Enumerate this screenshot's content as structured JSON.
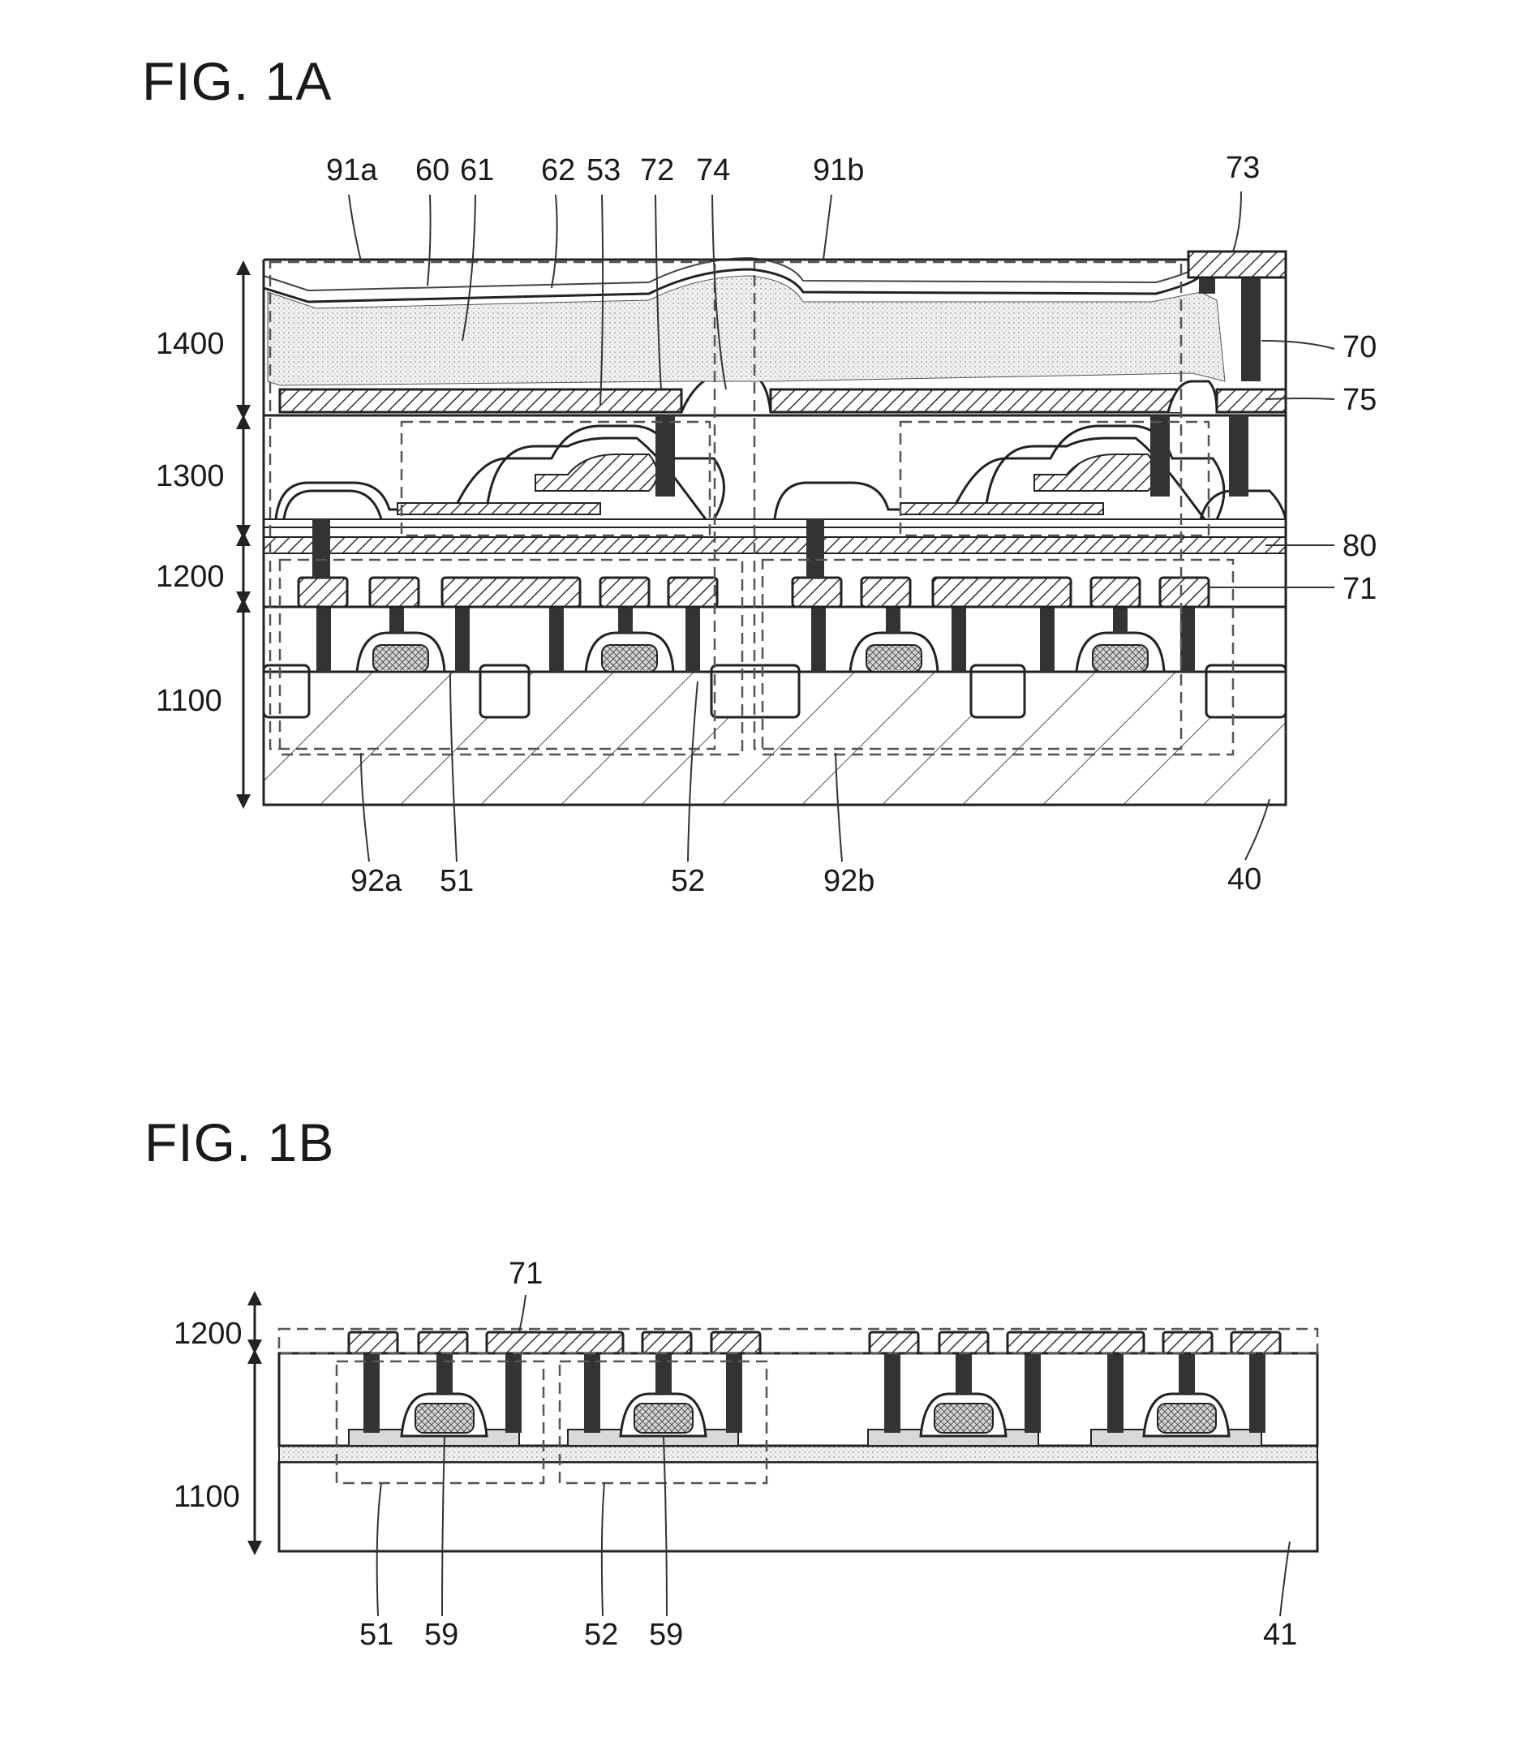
{
  "figures": {
    "fig_1a": {
      "title": "FIG. 1A",
      "layer_labels": [
        "1400",
        "1300",
        "1200",
        "1100"
      ],
      "top_labels": [
        "91a",
        "60",
        "61",
        "62",
        "53",
        "72",
        "74",
        "91b",
        "73"
      ],
      "right_labels": [
        "70",
        "75",
        "80",
        "71"
      ],
      "bottom_labels": [
        "92a",
        "51",
        "52",
        "92b",
        "40"
      ]
    },
    "fig_1b": {
      "title": "FIG. 1B",
      "layer_labels": [
        "1200",
        "1100"
      ],
      "top_labels": [
        "71"
      ],
      "bottom_labels": [
        "51",
        "59",
        "52",
        "59",
        "41"
      ]
    }
  }
}
